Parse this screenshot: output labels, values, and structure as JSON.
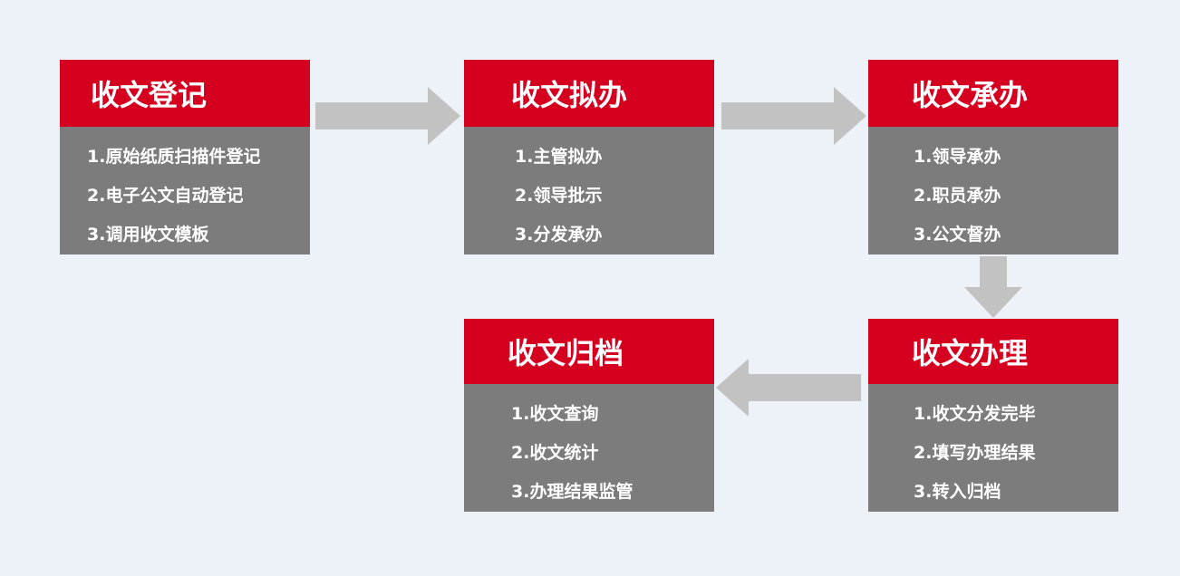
{
  "colors": {
    "header": "#d5001f",
    "body": "#7c7c7c",
    "arrow": "#c2c2c2",
    "background": "#edf1f8"
  },
  "steps": [
    {
      "title": "收文登记",
      "items": [
        "1.原始纸质扫描件登记",
        "2.电子公文自动登记",
        "3.调用收文模板"
      ]
    },
    {
      "title": "收文拟办",
      "items": [
        "1.主管拟办",
        "2.领导批示",
        "3.分发承办"
      ]
    },
    {
      "title": "收文承办",
      "items": [
        "1.领导承办",
        "2.职员承办",
        "3.公文督办"
      ]
    },
    {
      "title": "收文办理",
      "items": [
        "1.收文分发完毕",
        "2.填写办理结果",
        "3.转入归档"
      ]
    },
    {
      "title": "收文归档",
      "items": [
        "1.收文查询",
        "2.收文统计",
        "3.办理结果监管"
      ]
    }
  ],
  "arrows": [
    {
      "from": "收文登记",
      "to": "收文拟办",
      "direction": "right"
    },
    {
      "from": "收文拟办",
      "to": "收文承办",
      "direction": "right"
    },
    {
      "from": "收文承办",
      "to": "收文办理",
      "direction": "down"
    },
    {
      "from": "收文办理",
      "to": "收文归档",
      "direction": "left"
    }
  ]
}
